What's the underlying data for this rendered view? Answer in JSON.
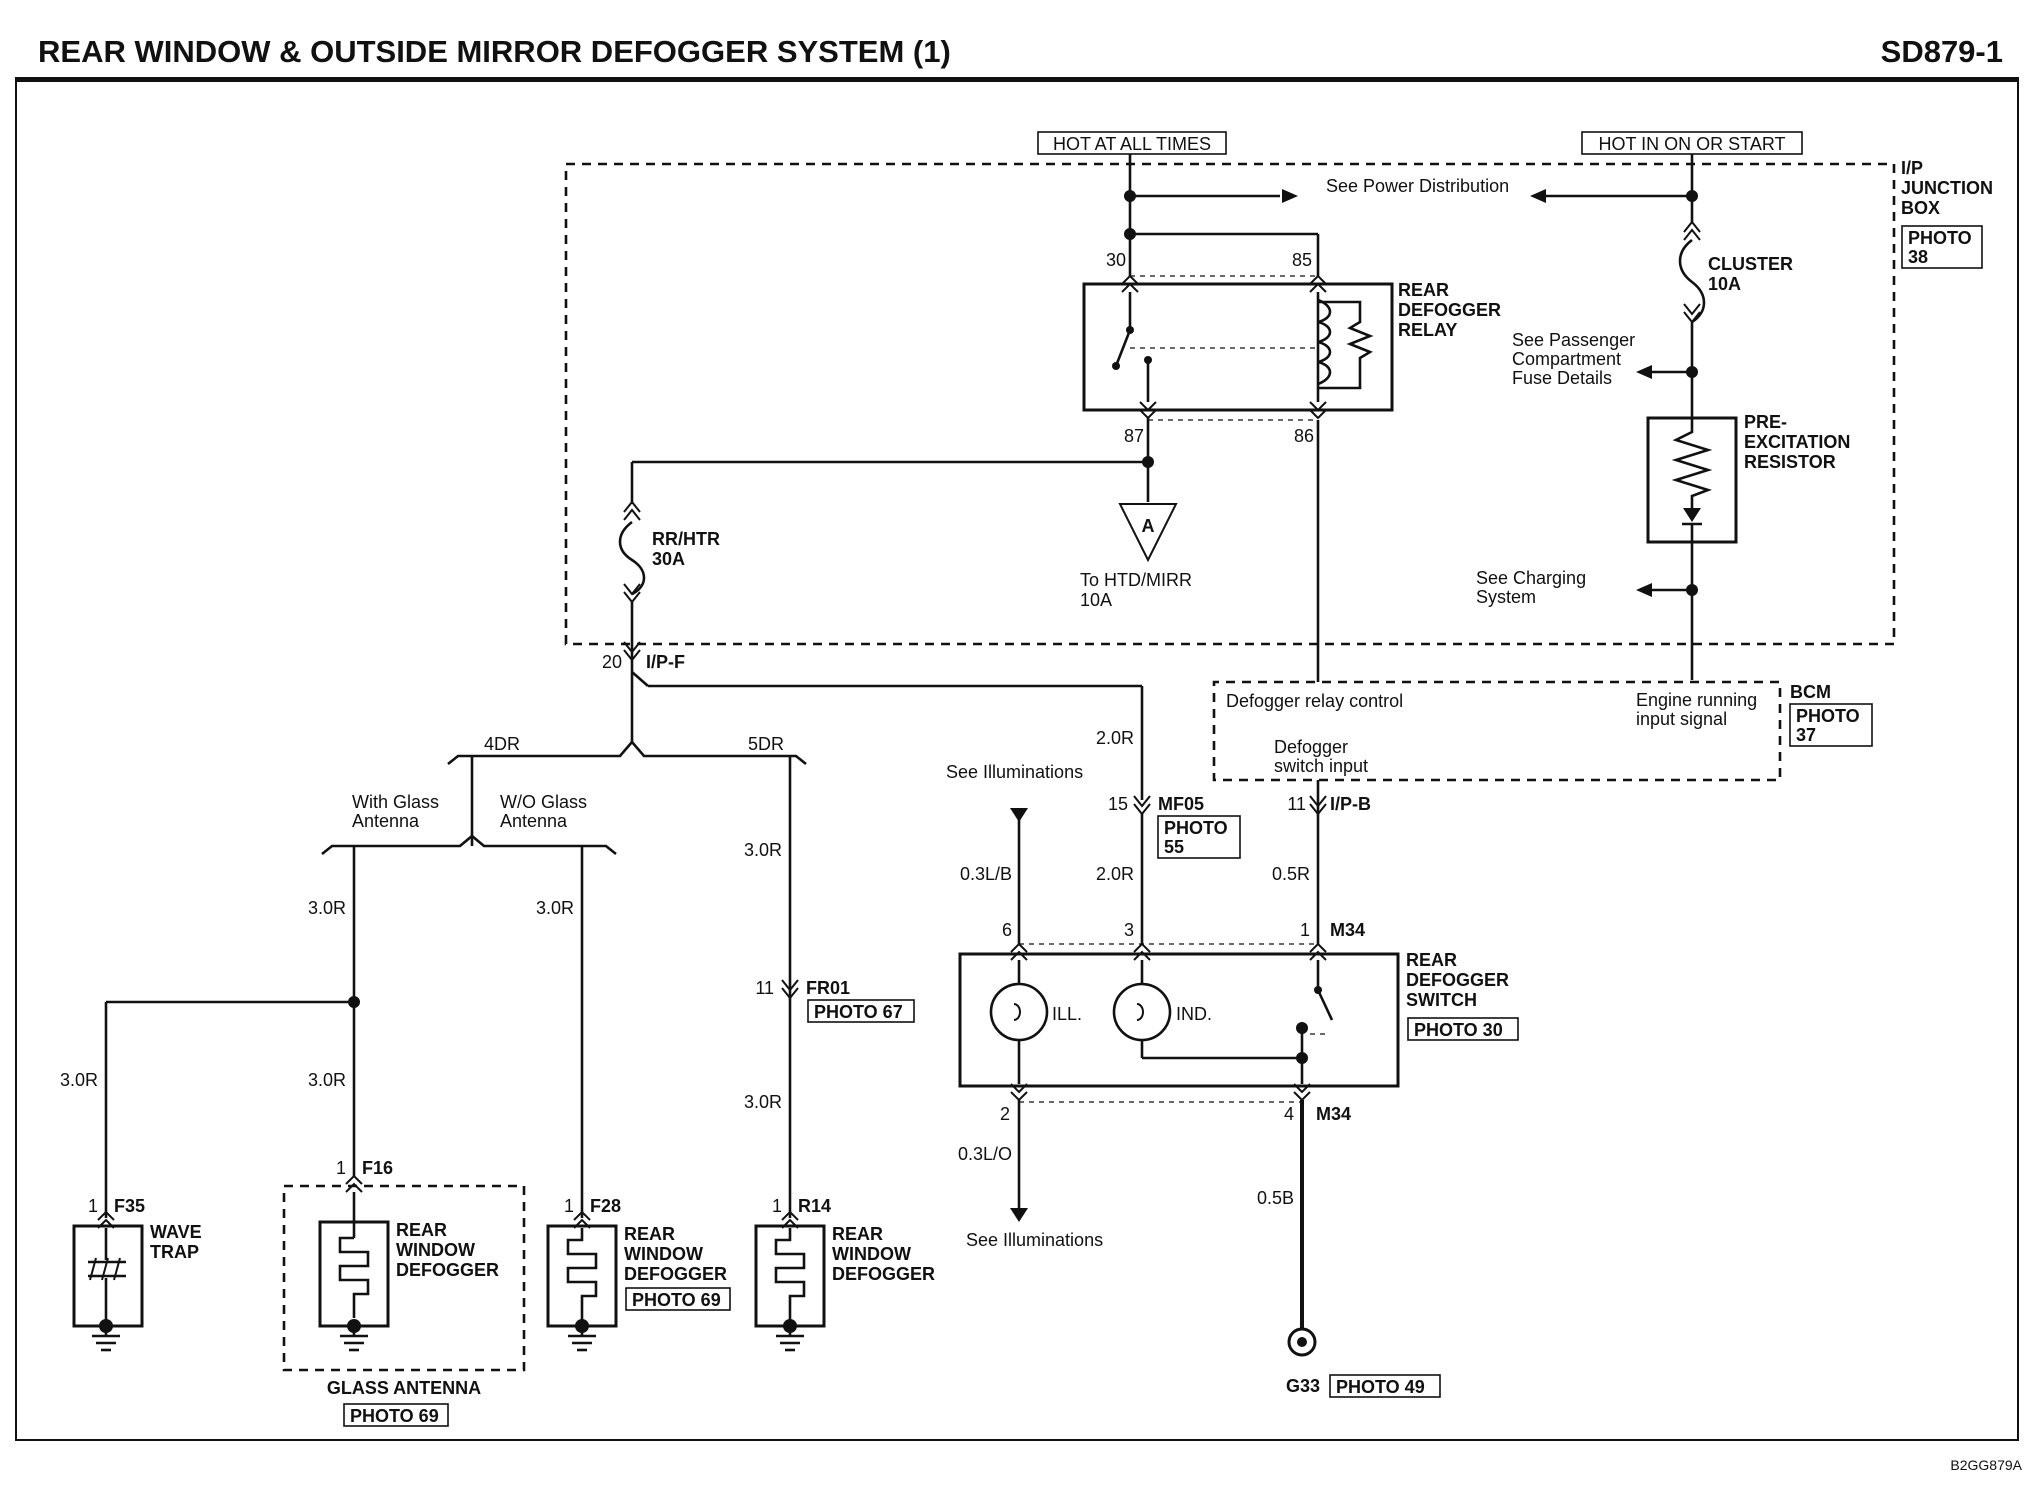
{
  "header": {
    "title": "REAR WINDOW & OUTSIDE MIRROR DEFOGGER SYSTEM (1)",
    "code": "SD879-1"
  },
  "footer": {
    "ref": "B2GG879A"
  },
  "power": {
    "hot_all": "HOT AT ALL TIMES",
    "hot_on": "HOT IN ON OR START",
    "see_power": "See Power Distribution"
  },
  "junction": {
    "label_1": "I/P",
    "label_2": "JUNCTION",
    "label_3": "BOX",
    "photo_1": "PHOTO",
    "photo_2": "38"
  },
  "cluster": {
    "name": "CLUSTER",
    "amps": "10A"
  },
  "relay": {
    "name_1": "REAR",
    "name_2": "DEFOGGER",
    "name_3": "RELAY",
    "pin30": "30",
    "pin85": "85",
    "pin87": "87",
    "pin86": "86"
  },
  "passenger": {
    "line1": "See Passenger",
    "line2": "Compartment",
    "line3": "Fuse Details"
  },
  "resistor": {
    "name_1": "PRE-",
    "name_2": "EXCITATION",
    "name_3": "RESISTOR"
  },
  "charging": {
    "line1": "See Charging",
    "line2": "System"
  },
  "rrhtr": {
    "name": "RR/HTR",
    "amps": "30A"
  },
  "connA": {
    "letter": "A",
    "line1": "To HTD/MIRR",
    "line2": "10A"
  },
  "ipf": {
    "pin": "20",
    "name": "I/P-F"
  },
  "bcm": {
    "name": "BCM",
    "photo_1": "PHOTO",
    "photo_2": "37",
    "relay_ctrl": "Defogger relay control",
    "engine_1": "Engine running",
    "engine_2": "input signal",
    "switch_1": "Defogger",
    "switch_2": "switch input"
  },
  "branches": {
    "dr4": "4DR",
    "dr5": "5DR",
    "with_1": "With Glass",
    "with_2": "Antenna",
    "wo_1": "W/O Glass",
    "wo_2": "Antenna"
  },
  "wires": {
    "w30r_a": "3.0R",
    "w30r_b": "3.0R",
    "w30r_c": "3.0R",
    "w30r_d": "3.0R",
    "w30r_e": "3.0R",
    "w30r_f": "3.0R",
    "w20r_a": "2.0R",
    "w20r_b": "2.0R",
    "w05r": "0.5R",
    "w03lb": "0.3L/B",
    "w03lo": "0.3L/O",
    "w05b": "0.5B"
  },
  "connectors": {
    "f35_pin": "1",
    "f35": "F35",
    "f16_pin": "1",
    "f16": "F16",
    "f28_pin": "1",
    "f28": "F28",
    "r14_pin": "1",
    "r14": "R14",
    "fr01_pin": "11",
    "fr01": "FR01",
    "fr01_photo": "PHOTO 67",
    "mf05_pin": "15",
    "mf05": "MF05",
    "mf05_photo_1": "PHOTO",
    "mf05_photo_2": "55",
    "ipb_pin": "11",
    "ipb": "I/P-B",
    "m34_top": "M34",
    "m34_bot": "M34",
    "sw_pin6": "6",
    "sw_pin3": "3",
    "sw_pin1": "1",
    "sw_pin2": "2",
    "sw_pin4": "4"
  },
  "illum": {
    "top": "See Illuminations",
    "bottom": "See Illuminations"
  },
  "switch": {
    "name_1": "REAR",
    "name_2": "DEFOGGER",
    "name_3": "SWITCH",
    "photo": "PHOTO 30",
    "ill": "ILL.",
    "ind": "IND."
  },
  "components": {
    "wave_1": "WAVE",
    "wave_2": "TRAP",
    "def1_1": "REAR",
    "def1_2": "WINDOW",
    "def1_3": "DEFOGGER",
    "def2_1": "REAR",
    "def2_2": "WINDOW",
    "def2_3": "DEFOGGER",
    "def2_photo": "PHOTO 69",
    "def3_1": "REAR",
    "def3_2": "WINDOW",
    "def3_3": "DEFOGGER",
    "antenna": "GLASS ANTENNA",
    "antenna_photo": "PHOTO 69"
  },
  "ground": {
    "name": "G33",
    "photo": "PHOTO 49"
  }
}
